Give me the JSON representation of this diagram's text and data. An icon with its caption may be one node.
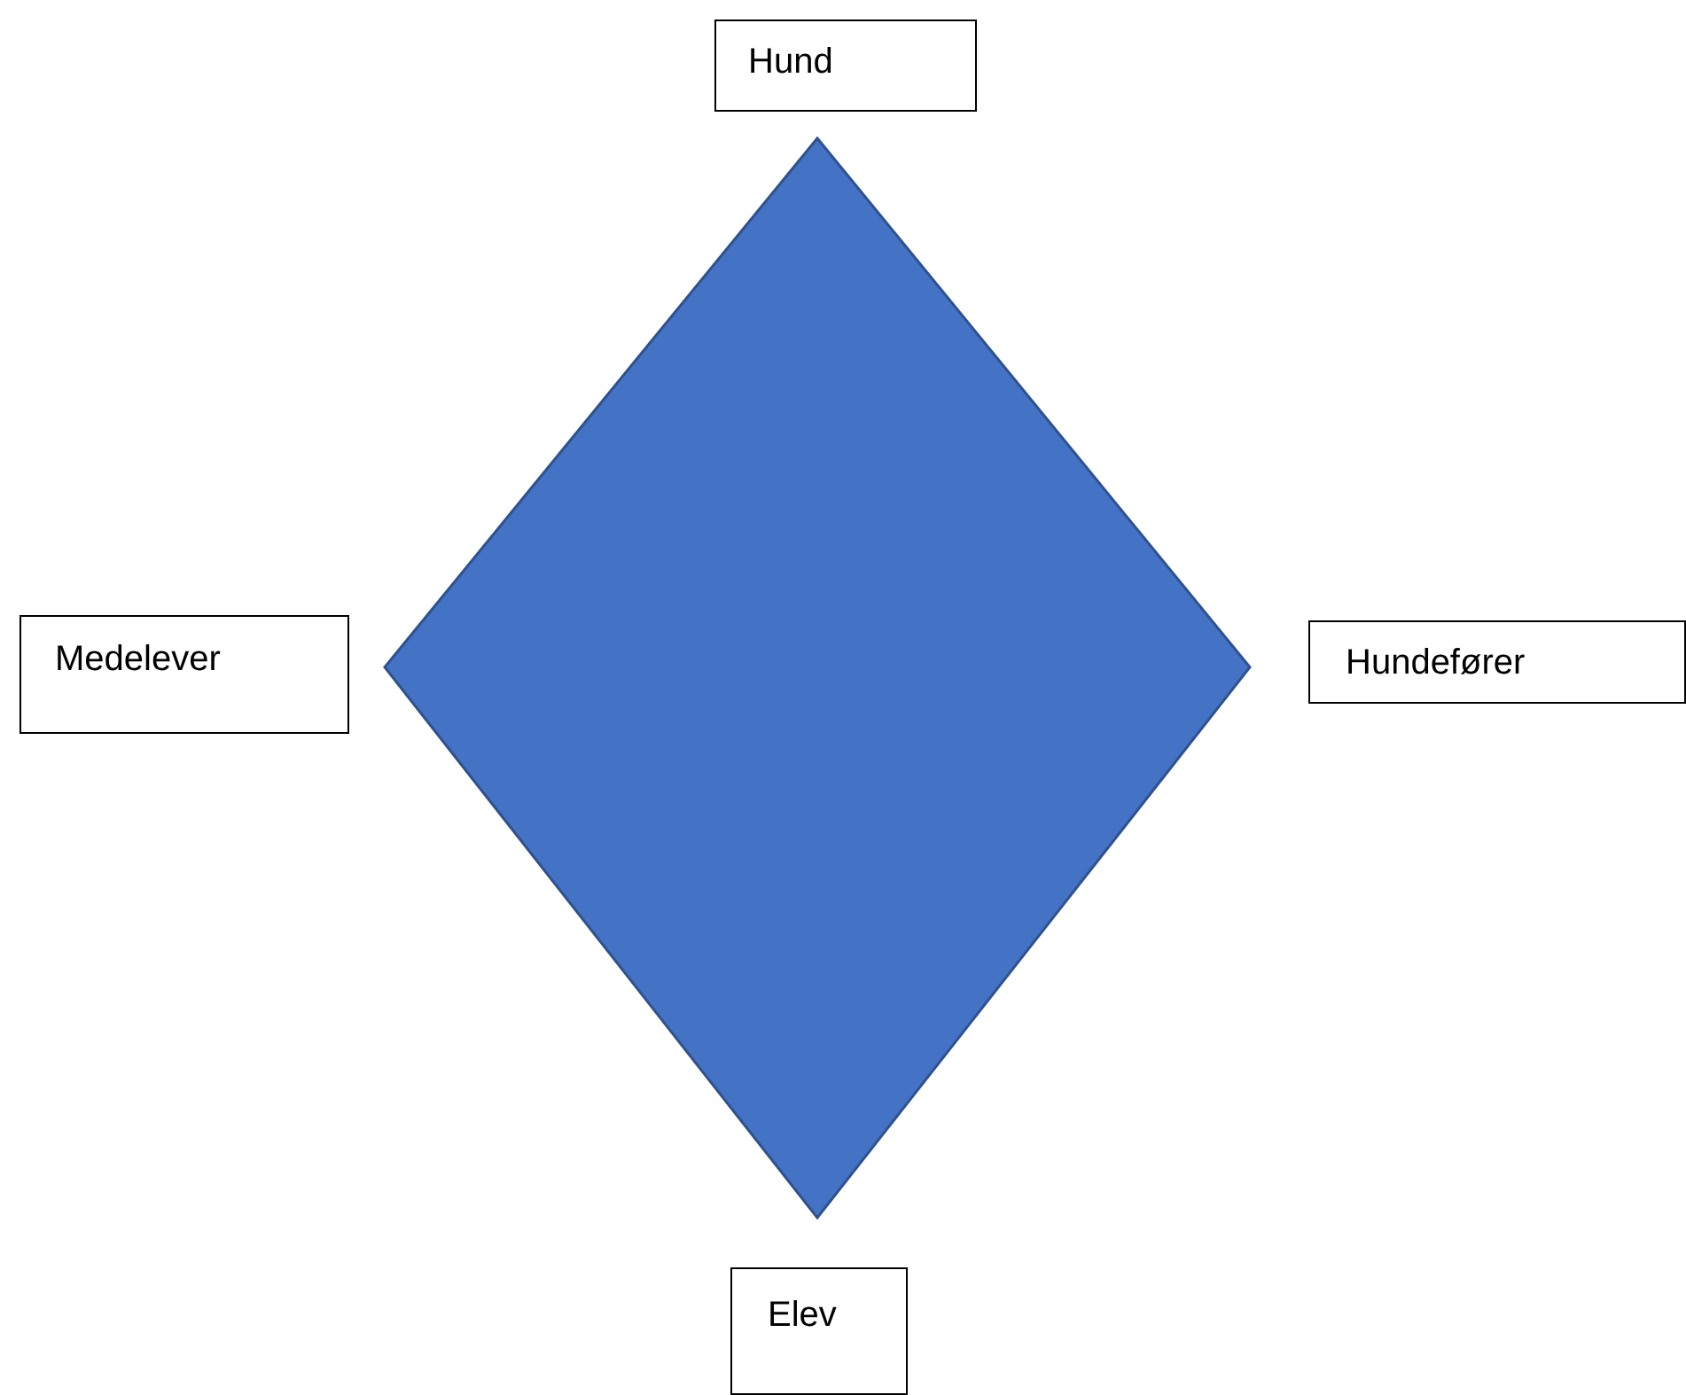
{
  "diagram": {
    "nodes": [
      {
        "text": [
          "Hund"
        ]
      },
      {
        "text": [
          "Medelever"
        ]
      },
      {
        "text": [],
        "shape": "diamond"
      },
      {
        "text": [
          "Hundefører"
        ]
      },
      {
        "text": [
          "Elev"
        ]
      }
    ]
  }
}
